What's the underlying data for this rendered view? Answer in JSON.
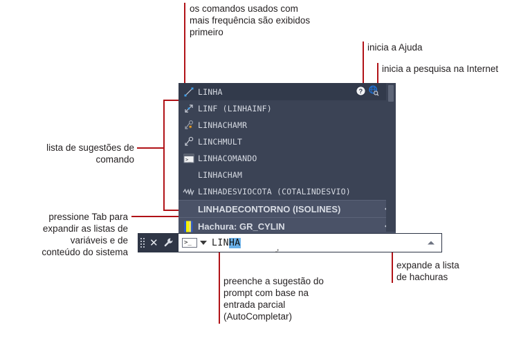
{
  "annotations": {
    "top_frequency": "os comandos usados com\nmais frequência são exibidos\nprimeiro",
    "help": "inicia a Ajuda",
    "internet_search": "inicia a pesquisa na Internet",
    "suggestion_list": "lista de sugestões de comando",
    "tab_expand": "pressione Tab para\nexpandir as listas de\nvariáveis e de\nconteúdo do sistema",
    "autocomplete": "preenche a sugestão do\nprompt com base na\nentrada parcial\n(AutoCompletar)",
    "expand_hatch": "expande a lista\nde hachuras"
  },
  "suggestion_panel": {
    "rows": [
      {
        "label": "LINHA",
        "icon": "line-icon",
        "style": "mono",
        "state": "hovered",
        "arrow": false
      },
      {
        "label": "LINF (LINHAINF)",
        "icon": "infinite-line-icon",
        "style": "mono",
        "state": "normal",
        "arrow": false
      },
      {
        "label": "LINHACHAMR",
        "icon": "leader-line-icon",
        "style": "mono",
        "state": "normal",
        "arrow": false
      },
      {
        "label": "LINCHMULT",
        "icon": "multileader-icon",
        "style": "mono",
        "state": "normal",
        "arrow": false
      },
      {
        "label": "LINHACOMANDO",
        "icon": "command-line-icon",
        "style": "mono",
        "state": "normal",
        "arrow": false
      },
      {
        "label": "LINHACHAM",
        "icon": "none",
        "style": "mono",
        "state": "normal",
        "arrow": false
      },
      {
        "label": "LINHADESVIOCOTA (COTALINDESVIO)",
        "icon": "jog-line-icon",
        "style": "mono",
        "state": "normal",
        "arrow": false
      },
      {
        "label": "LINHADECONTORNO (ISOLINES)",
        "icon": "none",
        "style": "bold",
        "state": "selected",
        "arrow": true
      },
      {
        "label": "Hachura: GR_CYLIN",
        "icon": "hatch-swatch-icon",
        "style": "bold",
        "state": "selected",
        "arrow": true
      }
    ],
    "help_icon_title": "?",
    "scrollbar": true
  },
  "command_bar": {
    "typed_text": "LIN",
    "autocomplete_text": "HA",
    "prompt_glyph": ">_",
    "close_label": "✕"
  },
  "colors": {
    "panel_bg": "#3b4355",
    "row_hover": "#323a4b",
    "row_selected": "#4a5267",
    "text": "#d6dae2",
    "accent_red": "#b01116",
    "autocomplete_highlight": "#6ab0e8",
    "globe_blue": "#1f6fd0"
  }
}
